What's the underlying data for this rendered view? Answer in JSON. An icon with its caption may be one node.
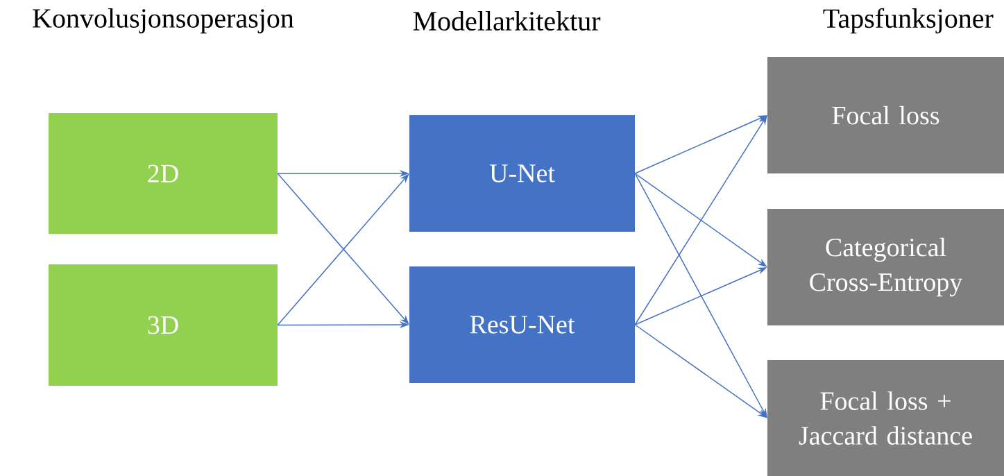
{
  "diagram": {
    "nodes": [
      {
        "text": [
          "2D"
        ]
      },
      {
        "text": [
          "3D"
        ]
      },
      {
        "text": [
          "U-Net"
        ]
      },
      {
        "text": [
          "ResU-Net"
        ]
      },
      {
        "text": [
          "Focal loss"
        ]
      },
      {
        "text": [
          "Categorical Cross-Entropy"
        ]
      },
      {
        "text": [
          "Focal loss + Jaccard distance"
        ]
      }
    ],
    "edges": [
      {
        "from": 0,
        "to": 2,
        "arrow": "to"
      },
      {
        "from": 0,
        "to": 3,
        "arrow": "to"
      },
      {
        "from": 1,
        "to": 2,
        "arrow": "to"
      },
      {
        "from": 1,
        "to": 3,
        "arrow": "to"
      },
      {
        "from": 2,
        "to": 4,
        "arrow": "to"
      },
      {
        "from": 2,
        "to": 5,
        "arrow": "to"
      },
      {
        "from": 2,
        "to": 6,
        "arrow": "to"
      },
      {
        "from": 3,
        "to": 4,
        "arrow": "to"
      },
      {
        "from": 3,
        "to": 5,
        "arrow": "to"
      },
      {
        "from": 3,
        "to": 6,
        "arrow": "to"
      }
    ],
    "labels": [
      "Konvolusjonsoperasjon",
      "Modellarkitektur",
      "Tapsfunksjoner"
    ]
  }
}
